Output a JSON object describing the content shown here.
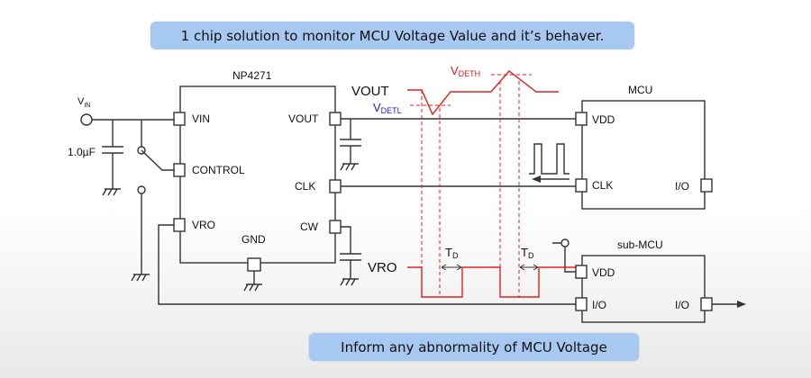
{
  "banners": {
    "top": "1 chip solution to monitor MCU Voltage Value and it’s behaver.",
    "bottom": "Inform any abnormality of MCU Voltage"
  },
  "ic": {
    "name": "NP4271",
    "pins": {
      "vin": "VIN",
      "control": "CONTROL",
      "vro": "VRO",
      "gnd": "GND",
      "vout": "VOUT",
      "clk": "CLK",
      "cw": "CW"
    }
  },
  "input": {
    "vin_main": "V",
    "vin_sub": "IN",
    "cap_value": "1.0µF"
  },
  "mcu": {
    "name": "MCU",
    "vdd": "VDD",
    "clk": "CLK",
    "io": "I/O"
  },
  "sub_mcu": {
    "name": "sub-MCU",
    "vdd": "VDD",
    "io_left": "I/O",
    "io_right": "I/O"
  },
  "waveforms": {
    "vout": "VOUT",
    "vdeth_main": "V",
    "vdeth_sub": "DETH",
    "vdetl_main": "V",
    "vdetl_sub": "DETL",
    "vro": "VRO",
    "td1_main": "T",
    "td1_sub": "D",
    "td2_main": "T",
    "td2_sub": "D"
  },
  "colors": {
    "wire": "#333333",
    "signal_red": "#e02020",
    "label_blue": "#1a1ad0",
    "label_red": "#d81818",
    "banner_bg": "#a7c8f0"
  }
}
